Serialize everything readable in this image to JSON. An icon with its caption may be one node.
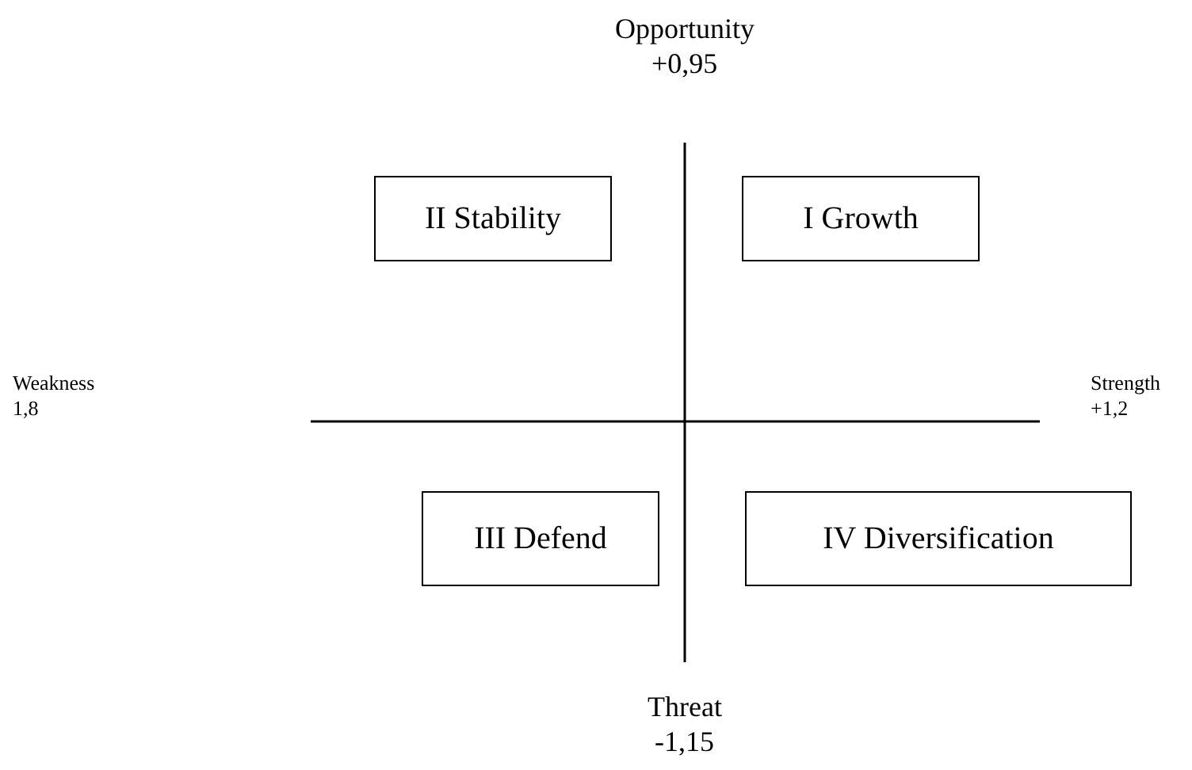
{
  "diagram": {
    "nodes": [
      {
        "text": [
          "II Stability"
        ]
      },
      {
        "text": [
          "I Growth"
        ]
      },
      {
        "text": [
          "III Defend"
        ]
      },
      {
        "text": [
          "IV Diversification"
        ]
      }
    ],
    "labels": [
      "Opportunity",
      "+0,95",
      "Weakness",
      "1,8",
      "Strength",
      "+1,2",
      "Threat",
      "-1,15"
    ]
  }
}
